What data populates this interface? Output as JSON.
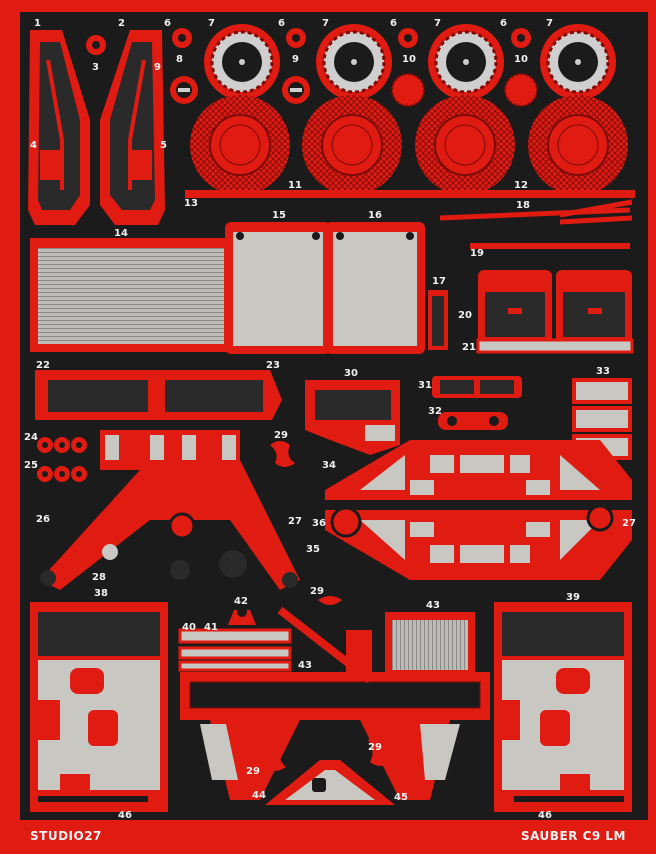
{
  "sheet": {
    "brand_left": "STUDIO27",
    "brand_right": "SAUBER C9 LM"
  },
  "colors": {
    "fret": "#e01b12",
    "background": "#1b1b1b",
    "part_gray": "#c9c7c2",
    "grille": "#bdbcb8"
  },
  "part_numbers": {
    "p1": "1",
    "p2": "2",
    "p3": "3",
    "p4": "4",
    "p5": "5",
    "p6a": "6",
    "p6b": "6",
    "p6c": "6",
    "p6d": "6",
    "p7a": "7",
    "p7b": "7",
    "p7c": "7",
    "p7d": "7",
    "p8": "8",
    "p9a": "9",
    "p9b": "9",
    "p10a": "10",
    "p10b": "10",
    "p11": "11",
    "p12": "12",
    "p13": "13",
    "p14": "14",
    "p15": "15",
    "p16": "16",
    "p17": "17",
    "p18": "18",
    "p19": "19",
    "p20": "20",
    "p21": "21",
    "p22": "22",
    "p23": "23",
    "p24": "24",
    "p25": "25",
    "p26": "26",
    "p27a": "27",
    "p27b": "27",
    "p28": "28",
    "p29a": "29",
    "p29b": "29",
    "p29c": "29",
    "p29d": "29",
    "p30": "30",
    "p31": "31",
    "p32": "32",
    "p33": "33",
    "p34": "34",
    "p35": "35",
    "p36": "36",
    "p38": "38",
    "p39": "39",
    "p40": "40",
    "p41": "41",
    "p42": "42",
    "p43a": "43",
    "p43b": "43",
    "p44": "44",
    "p45": "45",
    "p46a": "46",
    "p46b": "46"
  }
}
